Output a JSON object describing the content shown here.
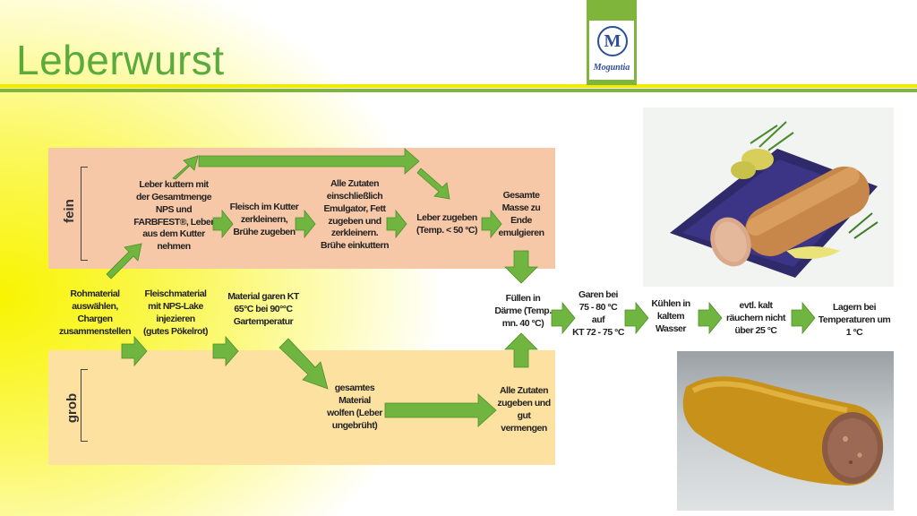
{
  "title": "Leberwurst",
  "logo": {
    "monogram": "M",
    "text": "Moguntia"
  },
  "labels": {
    "fein": "fein",
    "grob": "grob"
  },
  "steps": {
    "rohmaterial": "Rohmaterial\nauswählen,\nChargen\nzusammenstellen",
    "fleischmaterial": "Fleischmaterial\nmit  NPS-Lake\ninjezieren\n(gutes Pökelrot)",
    "material_garen": "Material garen KT\n65°C  bei 90°°C\nGartemperatur",
    "leber_kuttern": "Leber kuttern mit\nder  Gesamtmenge\nNPS und\nFARBFEST®, Leber\naus  dem Kutter\nnehmen",
    "fleisch_kutter": "Fleisch im Kutter\nzerkleinern,\nBrühe zugeben",
    "alle_zutaten_fein": "Alle Zutaten\neinschließlich\nEmulgator, Fett\nzugeben und\nzerkleinern.\nBrühe einkuttern",
    "leber_zugeben": "Leber zugeben\n(Temp. < 50 °C)",
    "gesamte_masse": "Gesamte\nMasse zu\nEnde\nemulgieren",
    "gesamtes_material": "gesamtes\nMaterial\nwolfen  (Leber\nungebrüht)",
    "alle_zutaten_grob": "Alle Zutaten\nzugeben und\ngut\nvermengen",
    "fuellen": "Füllen in\nDärme  (Temp.\nmn. 40 °C)",
    "garen": "Garen bei\n75 - 80 °C\nauf\nKT 72 - 75 °C",
    "kuehlen": "Kühlen in\nkaltem\nWasser",
    "raeuchern": "evtl.  kalt\nräuchern nicht\nüber 25 °C",
    "lagern": "Lagern bei\nTemperaturen um\n1 °C"
  },
  "colors": {
    "title": "#5aaa3c",
    "arrow": "#6fb53f",
    "band_fein": "#f6c8a7",
    "band_grob": "#fde1a0",
    "rule_yellow": "#f2ea00",
    "rule_green": "#7fb53b"
  }
}
